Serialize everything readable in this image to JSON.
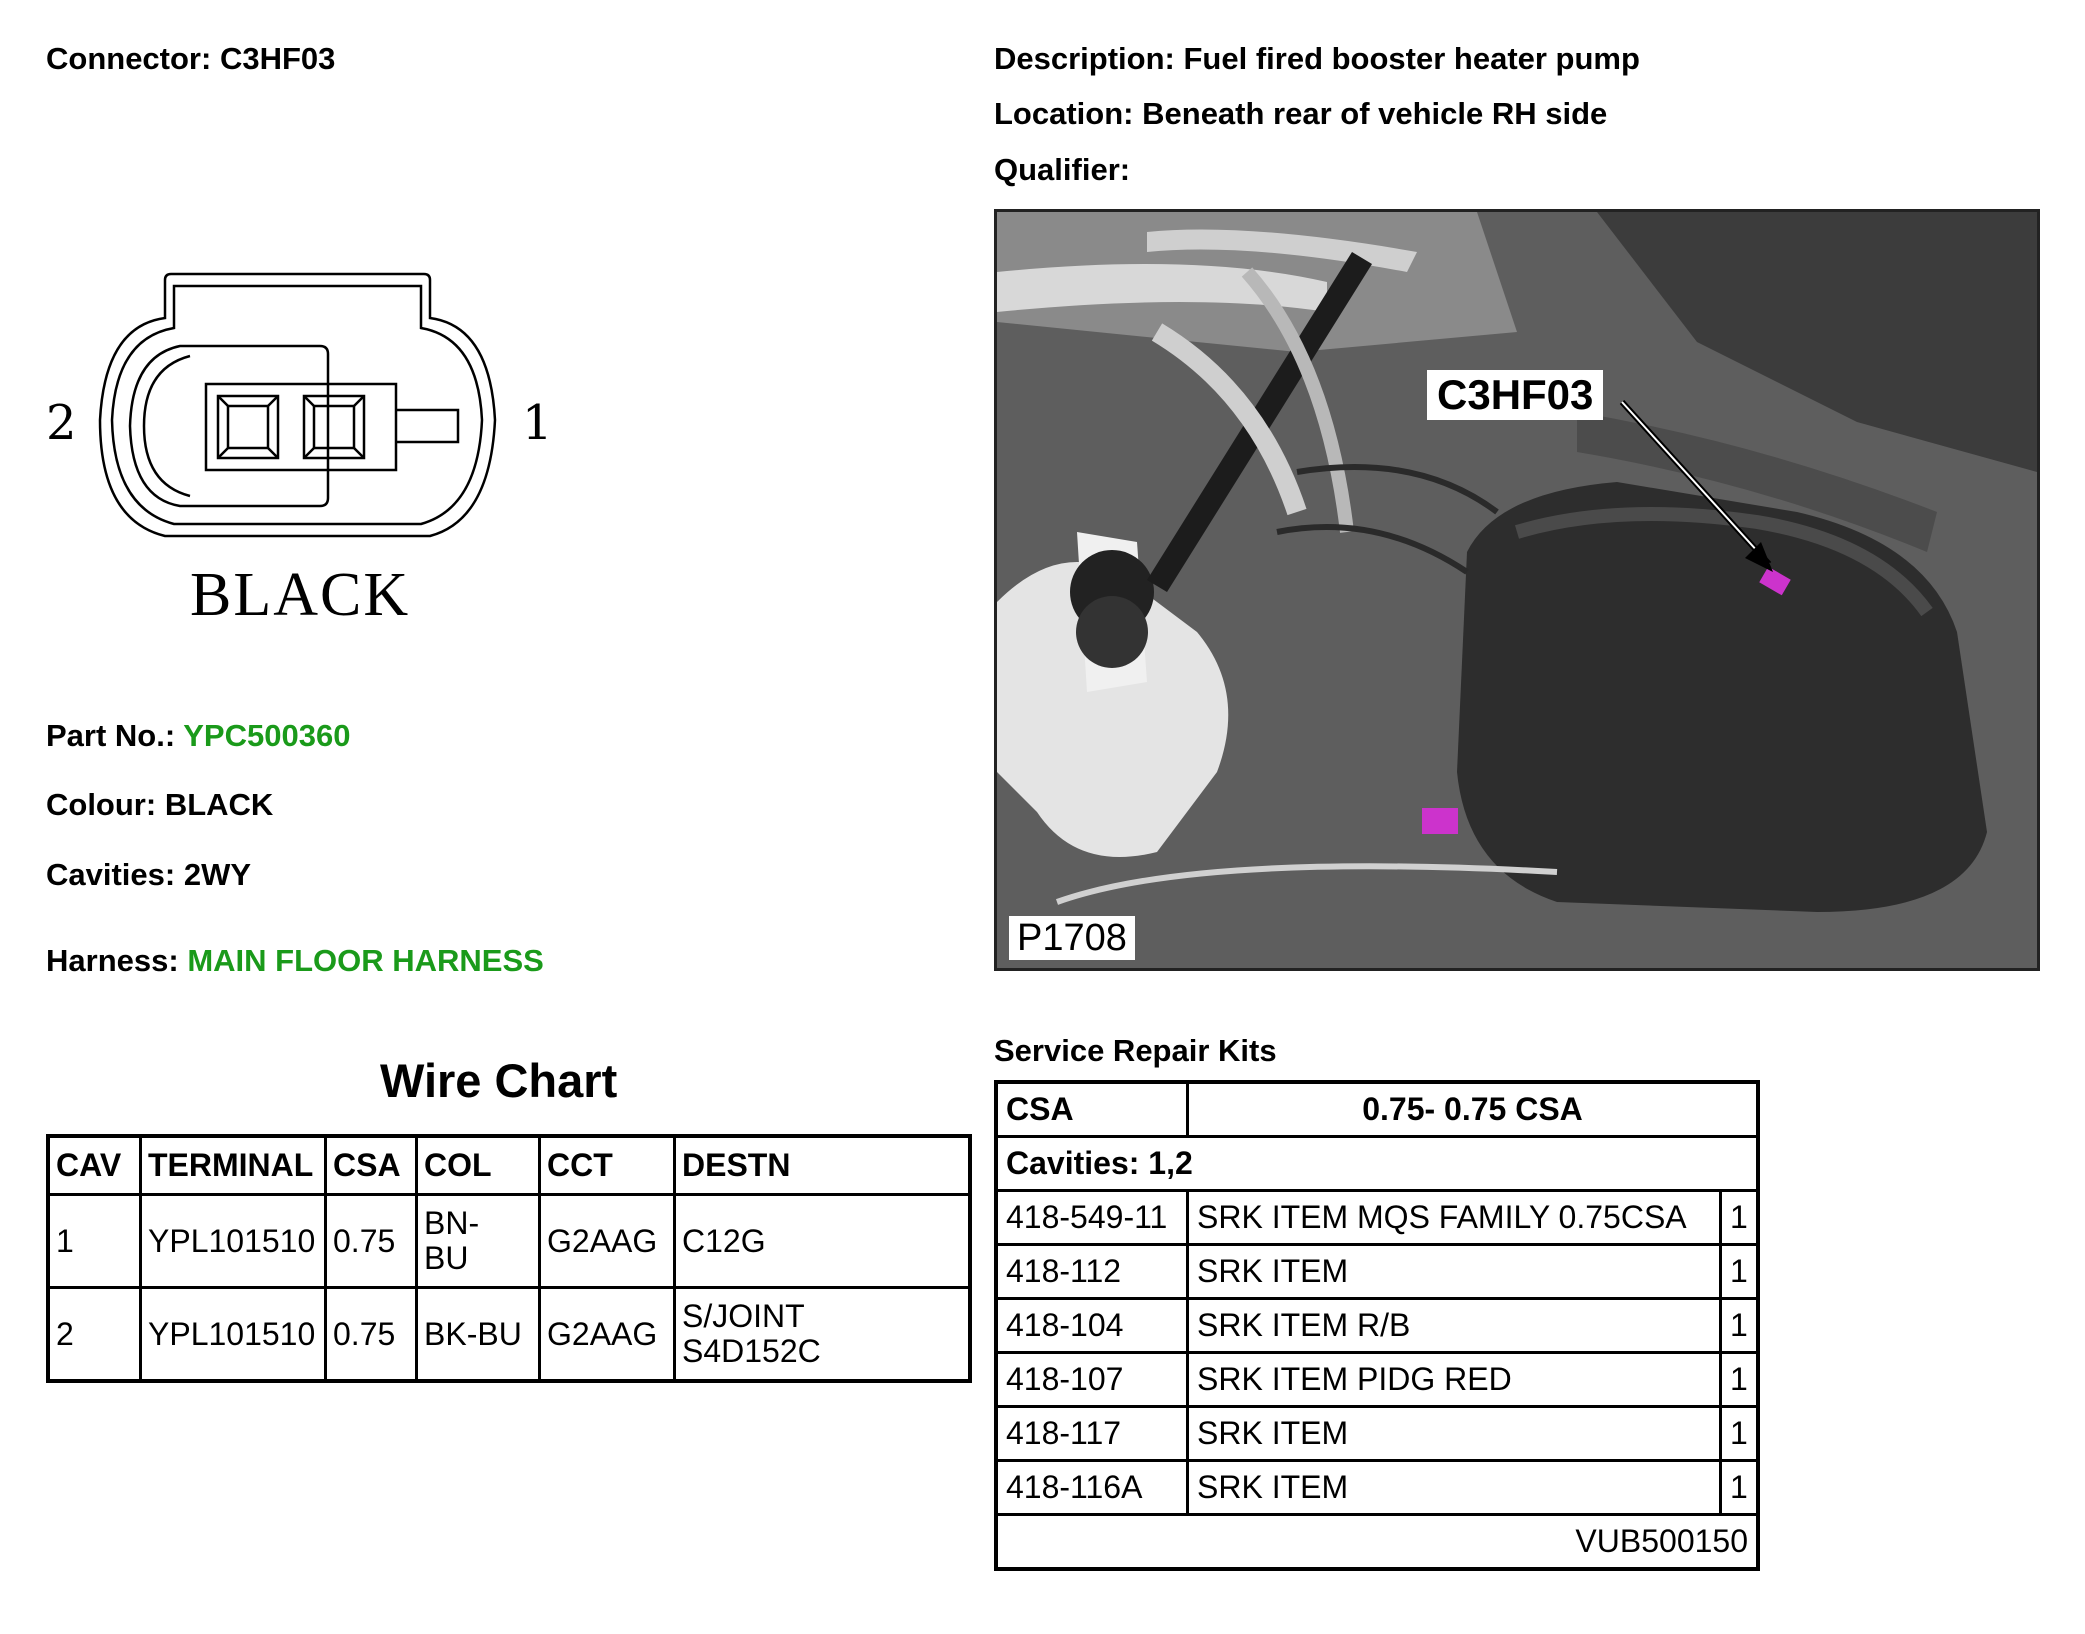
{
  "header": {
    "connector_label": "Connector:",
    "connector_value": "C3HF03",
    "description_label": "Description:",
    "description_value": "Fuel fired booster heater pump",
    "location_label": "Location:",
    "location_value": "Beneath rear of vehicle RH side",
    "qualifier_label": "Qualifier:",
    "qualifier_value": ""
  },
  "connector_diagram": {
    "pin_left": "2",
    "pin_right": "1",
    "color_text": "BLACK"
  },
  "details": {
    "part_label": "Part No.:",
    "part_value": "YPC500360",
    "colour_label": "Colour:",
    "colour_value": "BLACK",
    "cavities_label": "Cavities:",
    "cavities_value": "2WY",
    "harness_label": "Harness:",
    "harness_value": "MAIN FLOOR HARNESS",
    "link_color": "#1a9a1a"
  },
  "photo": {
    "callout": "C3HF03",
    "ref": "P1708",
    "highlight_color": "#cc33cc"
  },
  "wire_chart": {
    "title": "Wire Chart",
    "headers": [
      "CAV",
      "TERMINAL",
      "CSA",
      "COL",
      "CCT",
      "DESTN"
    ],
    "rows": [
      [
        "1",
        "YPL101510",
        "0.75",
        "BN-\nBU",
        "G2AAG",
        "C12G"
      ],
      [
        "2",
        "YPL101510",
        "0.75",
        "BK-BU",
        "G2AAG",
        "S/JOINT\nS4D152C"
      ]
    ]
  },
  "service_repair_kits": {
    "title": "Service Repair Kits",
    "csa_label": "CSA",
    "csa_value": "0.75- 0.75 CSA",
    "cavities": "Cavities: 1,2",
    "items": [
      [
        "418-549-11",
        "SRK ITEM MQS FAMILY 0.75CSA",
        "1"
      ],
      [
        "418-112",
        "SRK ITEM",
        "1"
      ],
      [
        "418-104",
        "SRK ITEM R/B",
        "1"
      ],
      [
        "418-107",
        "SRK ITEM PIDG RED",
        "1"
      ],
      [
        "418-117",
        "SRK ITEM",
        "1"
      ],
      [
        "418-116A",
        "SRK ITEM",
        "1"
      ]
    ],
    "footer": "VUB500150"
  }
}
